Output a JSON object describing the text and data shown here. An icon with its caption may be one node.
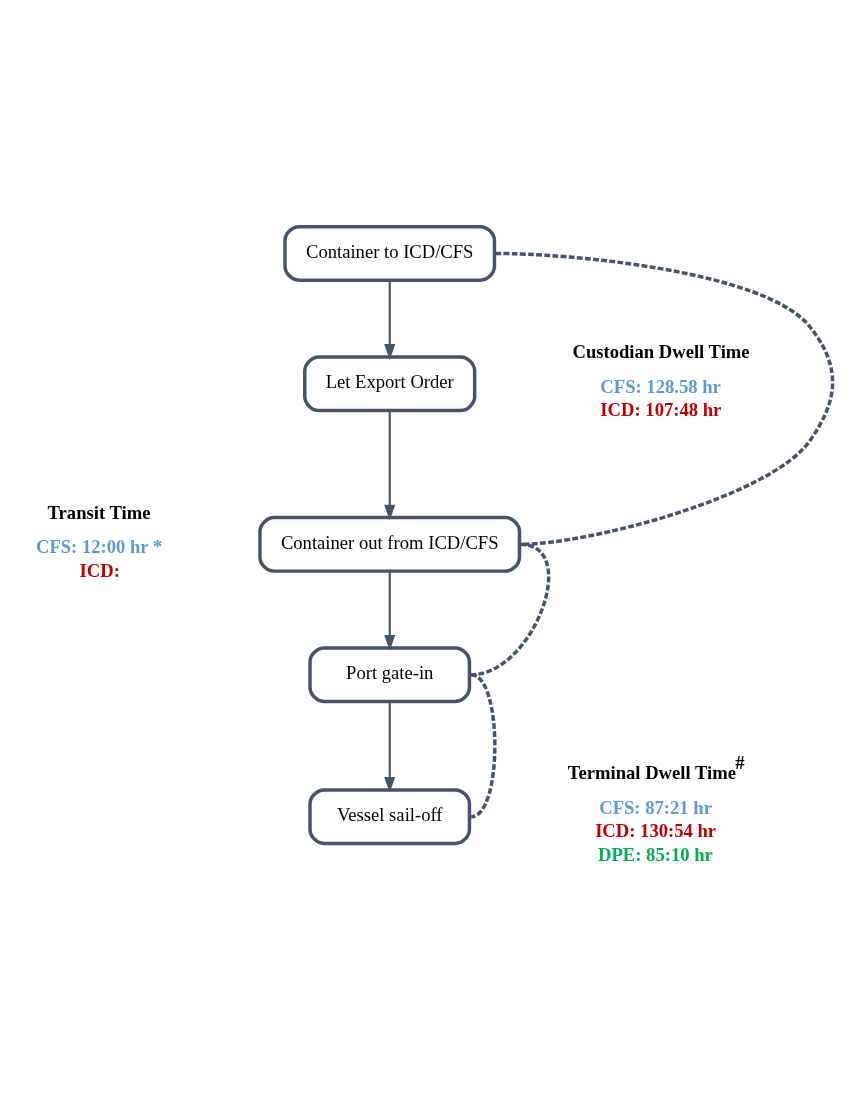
{
  "diagram": {
    "nodes": [
      {
        "text": [
          "Container to ICD/CFS"
        ]
      },
      {
        "text": [
          "Let Export Order"
        ]
      },
      {
        "text": [
          "Container out from ICD/CFS"
        ]
      },
      {
        "text": [
          "Port gate-in"
        ]
      },
      {
        "text": [
          "Vessel sail-off"
        ]
      }
    ],
    "edges": [
      {
        "from": 0,
        "to": 1,
        "arrow": "to"
      },
      {
        "from": 1,
        "to": 2,
        "arrow": "to"
      },
      {
        "from": 2,
        "to": 3,
        "arrow": "to"
      },
      {
        "from": 3,
        "to": 4,
        "arrow": "to"
      },
      {
        "from": 0,
        "to": 2,
        "arrow": "none",
        "style": "dashed"
      },
      {
        "from": 2,
        "to": 3,
        "arrow": "none",
        "style": "dashed"
      },
      {
        "from": 3,
        "to": 4,
        "arrow": "none",
        "style": "dashed"
      }
    ],
    "labels": [
      "Custodian Dwell Time",
      "CFS: 128.58 hr",
      "ICD: 107:48 hr",
      "Transit Time",
      "CFS: 12:00 hr *",
      "ICD:",
      "Terminal Dwell Time$^{#}$",
      "CFS: 87:21 hr",
      "ICD: 130:54 hr",
      "DPE: 85:10 hr"
    ]
  }
}
